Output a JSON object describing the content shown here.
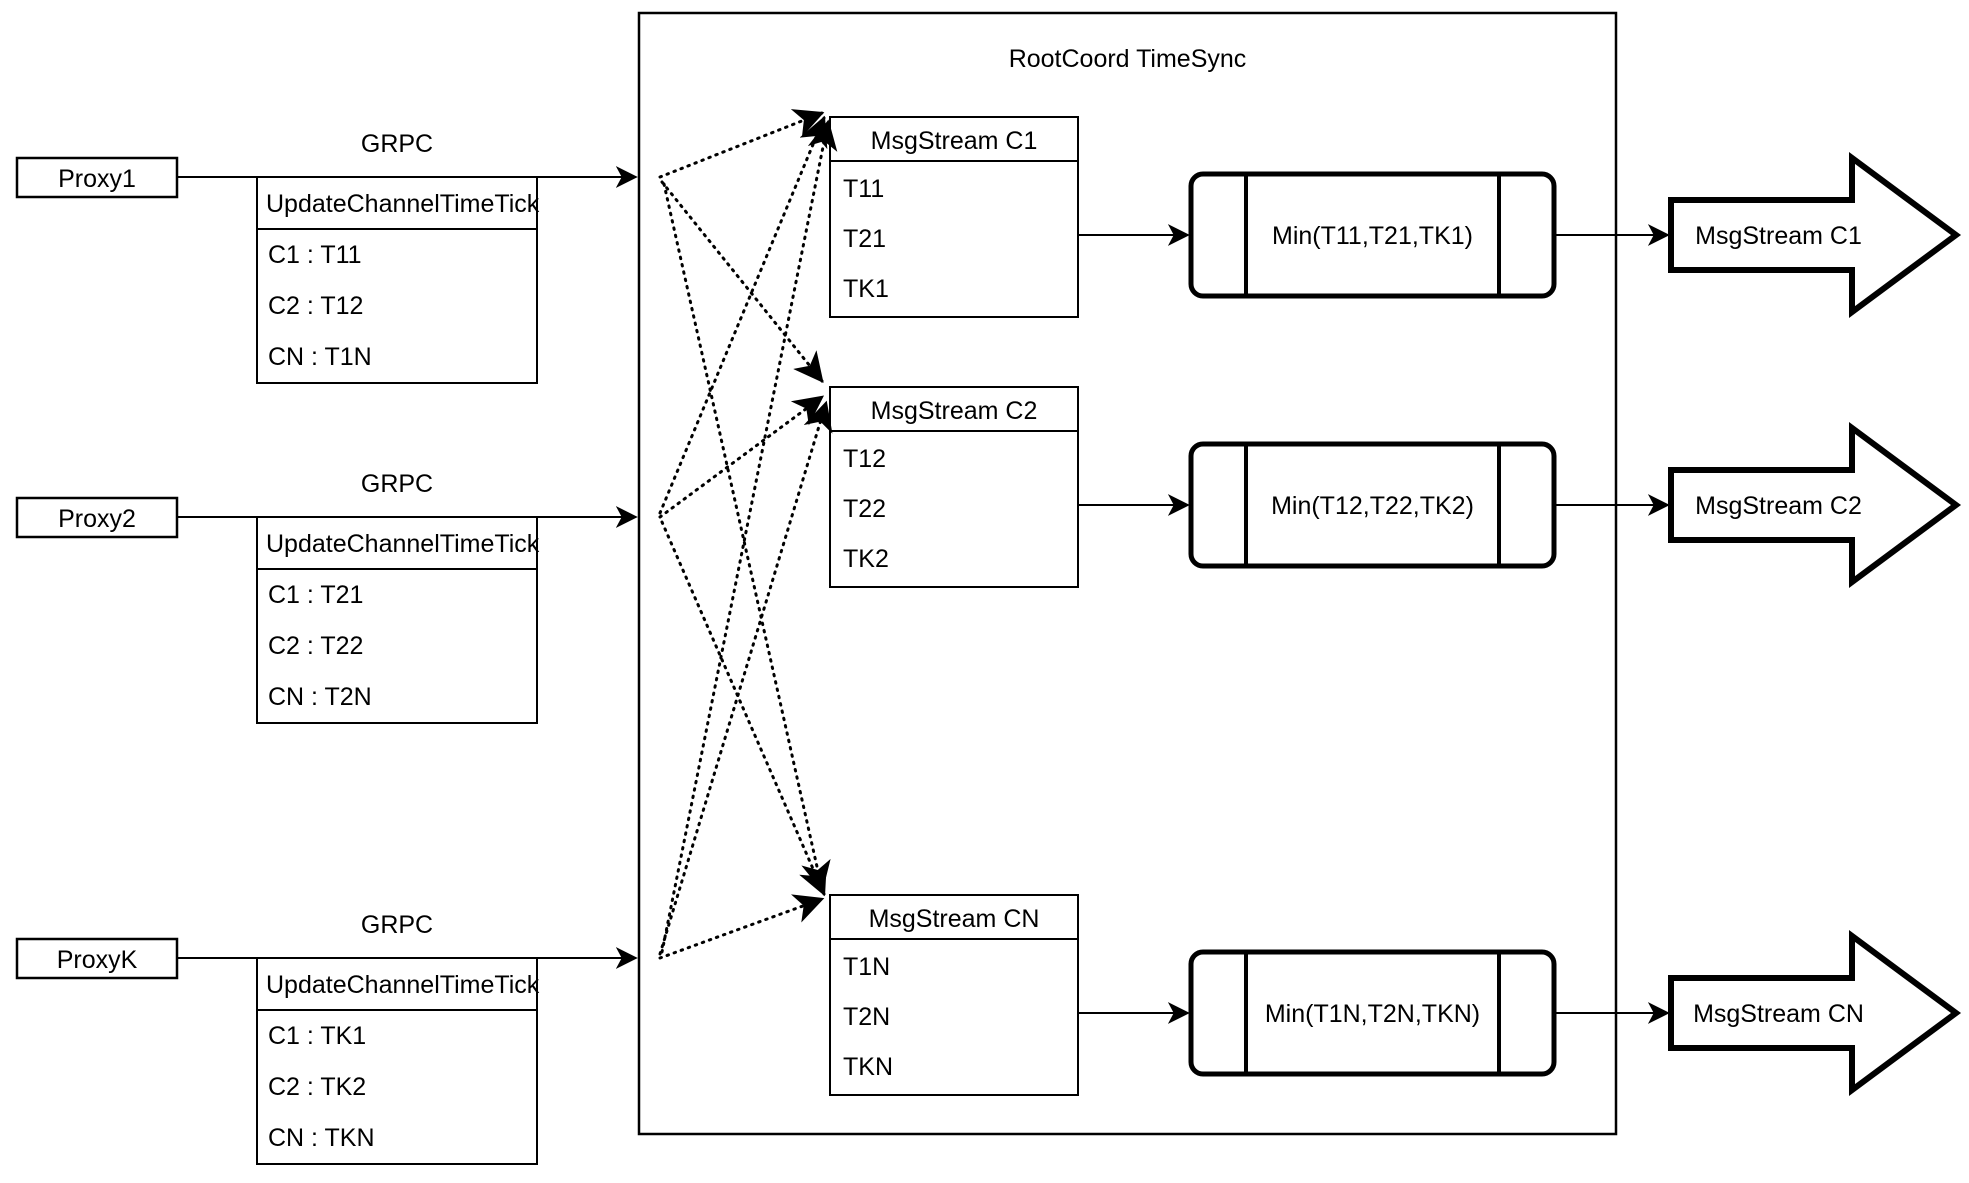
{
  "diagram": {
    "container_title": "RootCoord TimeSync",
    "link_label": "GRPC",
    "colors": {
      "stroke": "#000000",
      "background": "#ffffff",
      "text": "#000000"
    },
    "proxies": [
      {
        "name": "Proxy1",
        "link_label": "GRPC",
        "table_header": "UpdateChannelTimeTick",
        "rows": [
          "C1 :  T11",
          "C2 :  T12",
          "CN : T1N"
        ]
      },
      {
        "name": "Proxy2",
        "link_label": "GRPC",
        "table_header": "UpdateChannelTimeTick",
        "rows": [
          "C1 :  T21",
          "C2 :  T22",
          "CN : T2N"
        ]
      },
      {
        "name": "ProxyK",
        "link_label": "GRPC",
        "table_header": "UpdateChannelTimeTick",
        "rows": [
          "C1 :  TK1",
          "C2 :  TK2",
          "CN : TKN"
        ]
      }
    ],
    "channels": [
      {
        "msgstream_header": "MsgStream C1",
        "msgstream_rows": [
          "T11",
          "T21",
          "TK1"
        ],
        "min_label": "Min(T11,T21,TK1)",
        "output_label": "MsgStream C1"
      },
      {
        "msgstream_header": "MsgStream C2",
        "msgstream_rows": [
          "T12",
          "T22",
          "TK2"
        ],
        "min_label": "Min(T12,T22,TK2)",
        "output_label": "MsgStream C2"
      },
      {
        "msgstream_header": "MsgStream CN",
        "msgstream_rows": [
          "T1N",
          "T2N",
          "TKN"
        ],
        "min_label": "Min(T1N,T2N,TKN)",
        "output_label": "MsgStream CN"
      }
    ]
  }
}
